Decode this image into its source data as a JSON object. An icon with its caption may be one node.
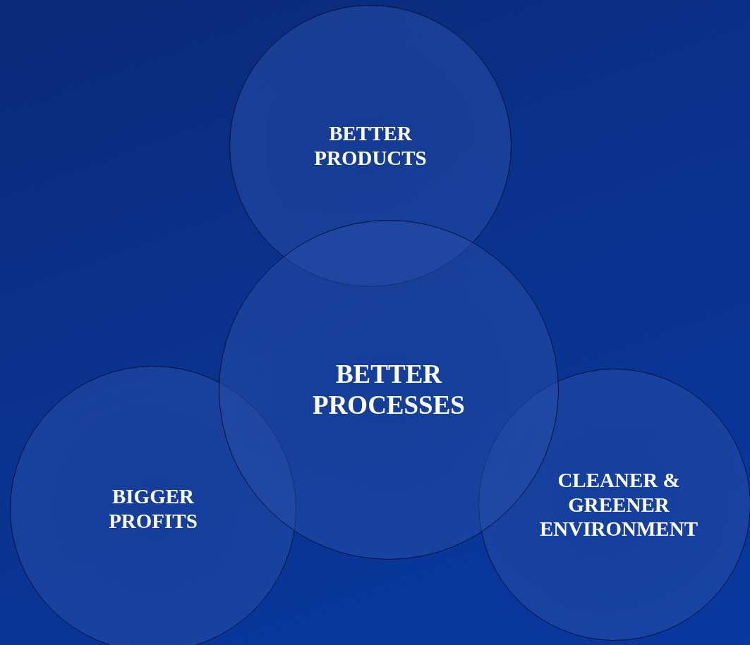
{
  "diagram": {
    "nodes": [
      {
        "text": [
          "BETTER PRODUCTS"
        ]
      },
      {
        "text": [
          "BETTER PROCESSES"
        ]
      },
      {
        "text": [
          "BIGGER PROFITS"
        ]
      },
      {
        "text": [
          "CLEANER & GREENER ENVIRONMENT"
        ]
      }
    ]
  }
}
